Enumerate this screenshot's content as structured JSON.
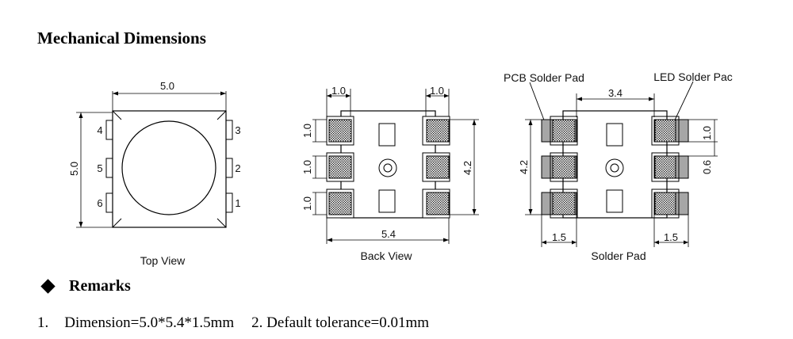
{
  "heading": "Mechanical Dimensions",
  "top_view": {
    "caption": "Top View",
    "width_label": "5.0",
    "height_label": "5.0",
    "pins_left": [
      "4",
      "5",
      "6"
    ],
    "pins_right": [
      "3",
      "2",
      "1"
    ]
  },
  "back_view": {
    "caption": "Back View",
    "pad_width_left": "1.0",
    "pad_width_right": "1.0",
    "pad_heights": [
      "1.0",
      "1.0",
      "1.0"
    ],
    "body_height": "4.2",
    "overall_width": "5.4"
  },
  "solder_pad": {
    "caption": "Solder Pad",
    "pcb_pad_label": "PCB Solder Pad",
    "led_pad_label": "LED Solder Pac",
    "inner_span": "3.4",
    "height": "4.2",
    "pad_height": "1.0",
    "pad_gap": "0.6",
    "left_width": "1.5",
    "right_width": "1.5"
  },
  "remarks": {
    "title": "Remarks",
    "number": "1.",
    "note1": "Dimension=5.0*5.4*1.5mm",
    "note2": "2. Default tolerance=0.01mm"
  }
}
